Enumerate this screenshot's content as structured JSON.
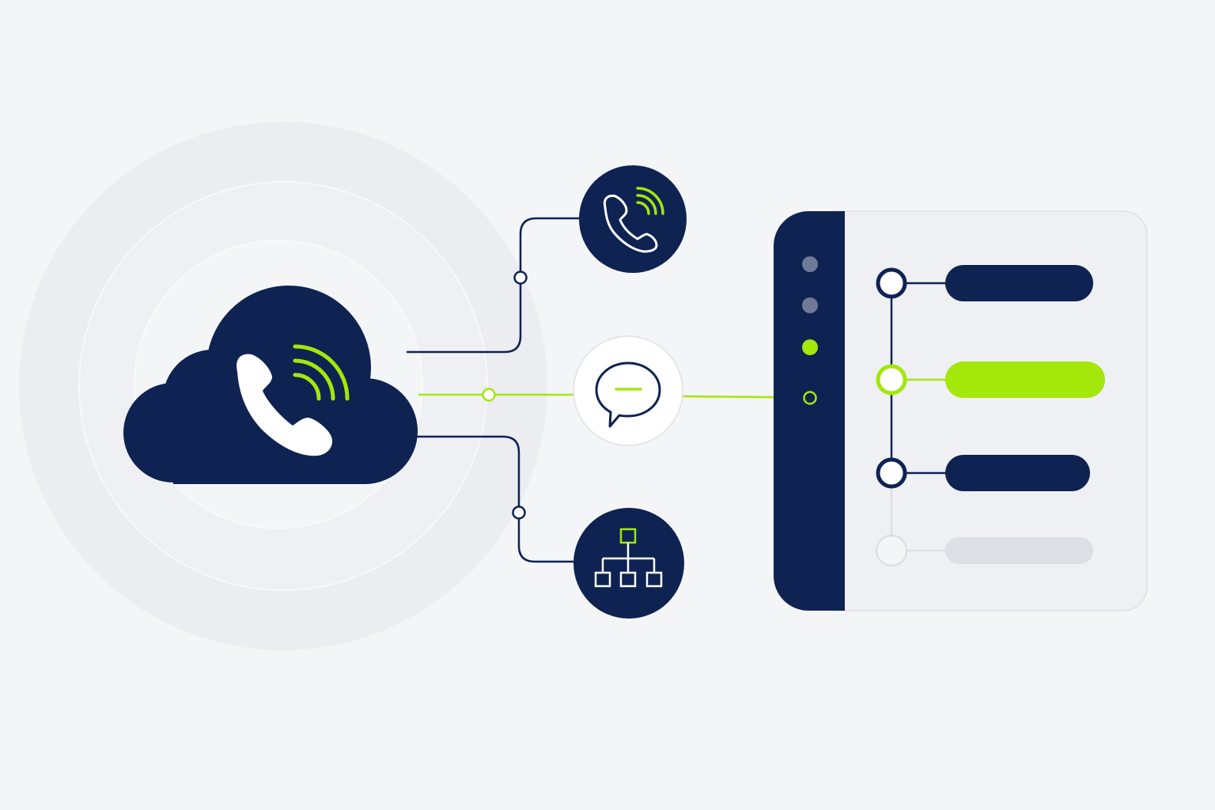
{
  "colors": {
    "background": "#f4f5f7",
    "navy": "#0e2352",
    "accent_green": "#a3e70b",
    "white": "#ffffff",
    "panel_bg": "#eff0f3",
    "panel_border": "#e2e4e9",
    "halo": "#eceef2",
    "inactive": "#dcdfe5",
    "sidebar_dot": "#6f7a96"
  },
  "icons": {
    "cloud": "cloud-phone-icon",
    "phone_top": "phone-call-icon",
    "chat": "chat-bubble-icon",
    "hierarchy": "org-hierarchy-icon"
  },
  "panel": {
    "sidebar_dots": 3,
    "active_sidebar_dot": 3,
    "rows": [
      "navy",
      "green",
      "navy",
      "inactive"
    ]
  }
}
